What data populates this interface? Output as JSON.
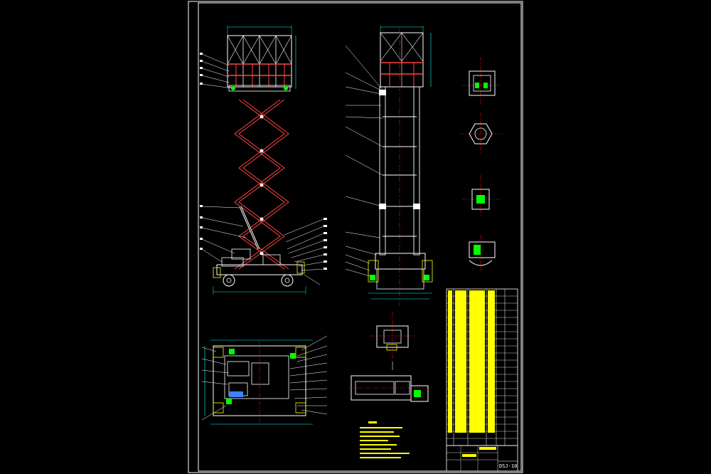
{
  "drawing": {
    "background": "#000000",
    "border_color": "#ffffff",
    "colors": {
      "outline": "#ffffff",
      "dimension": "#00ffff",
      "member": "#ff4040",
      "center_line": "#ff0000",
      "hatch": "#00ff00",
      "yellow": "#ffff00",
      "blue": "#4080ff"
    }
  },
  "title_block": {
    "sheet_number": "DSJ-10",
    "title": "",
    "table_fill": "#ffff00"
  },
  "views": [
    {
      "id": "front-elevation",
      "kind": "scissor-lift"
    },
    {
      "id": "side-elevation",
      "kind": "scissor-lift"
    },
    {
      "id": "plan-view",
      "kind": "chassis"
    },
    {
      "id": "detail-A"
    },
    {
      "id": "detail-B"
    },
    {
      "id": "detail-C"
    },
    {
      "id": "detail-D"
    },
    {
      "id": "detail-E"
    },
    {
      "id": "section-F"
    }
  ],
  "notes": {
    "heading_color": "#ffff00"
  }
}
